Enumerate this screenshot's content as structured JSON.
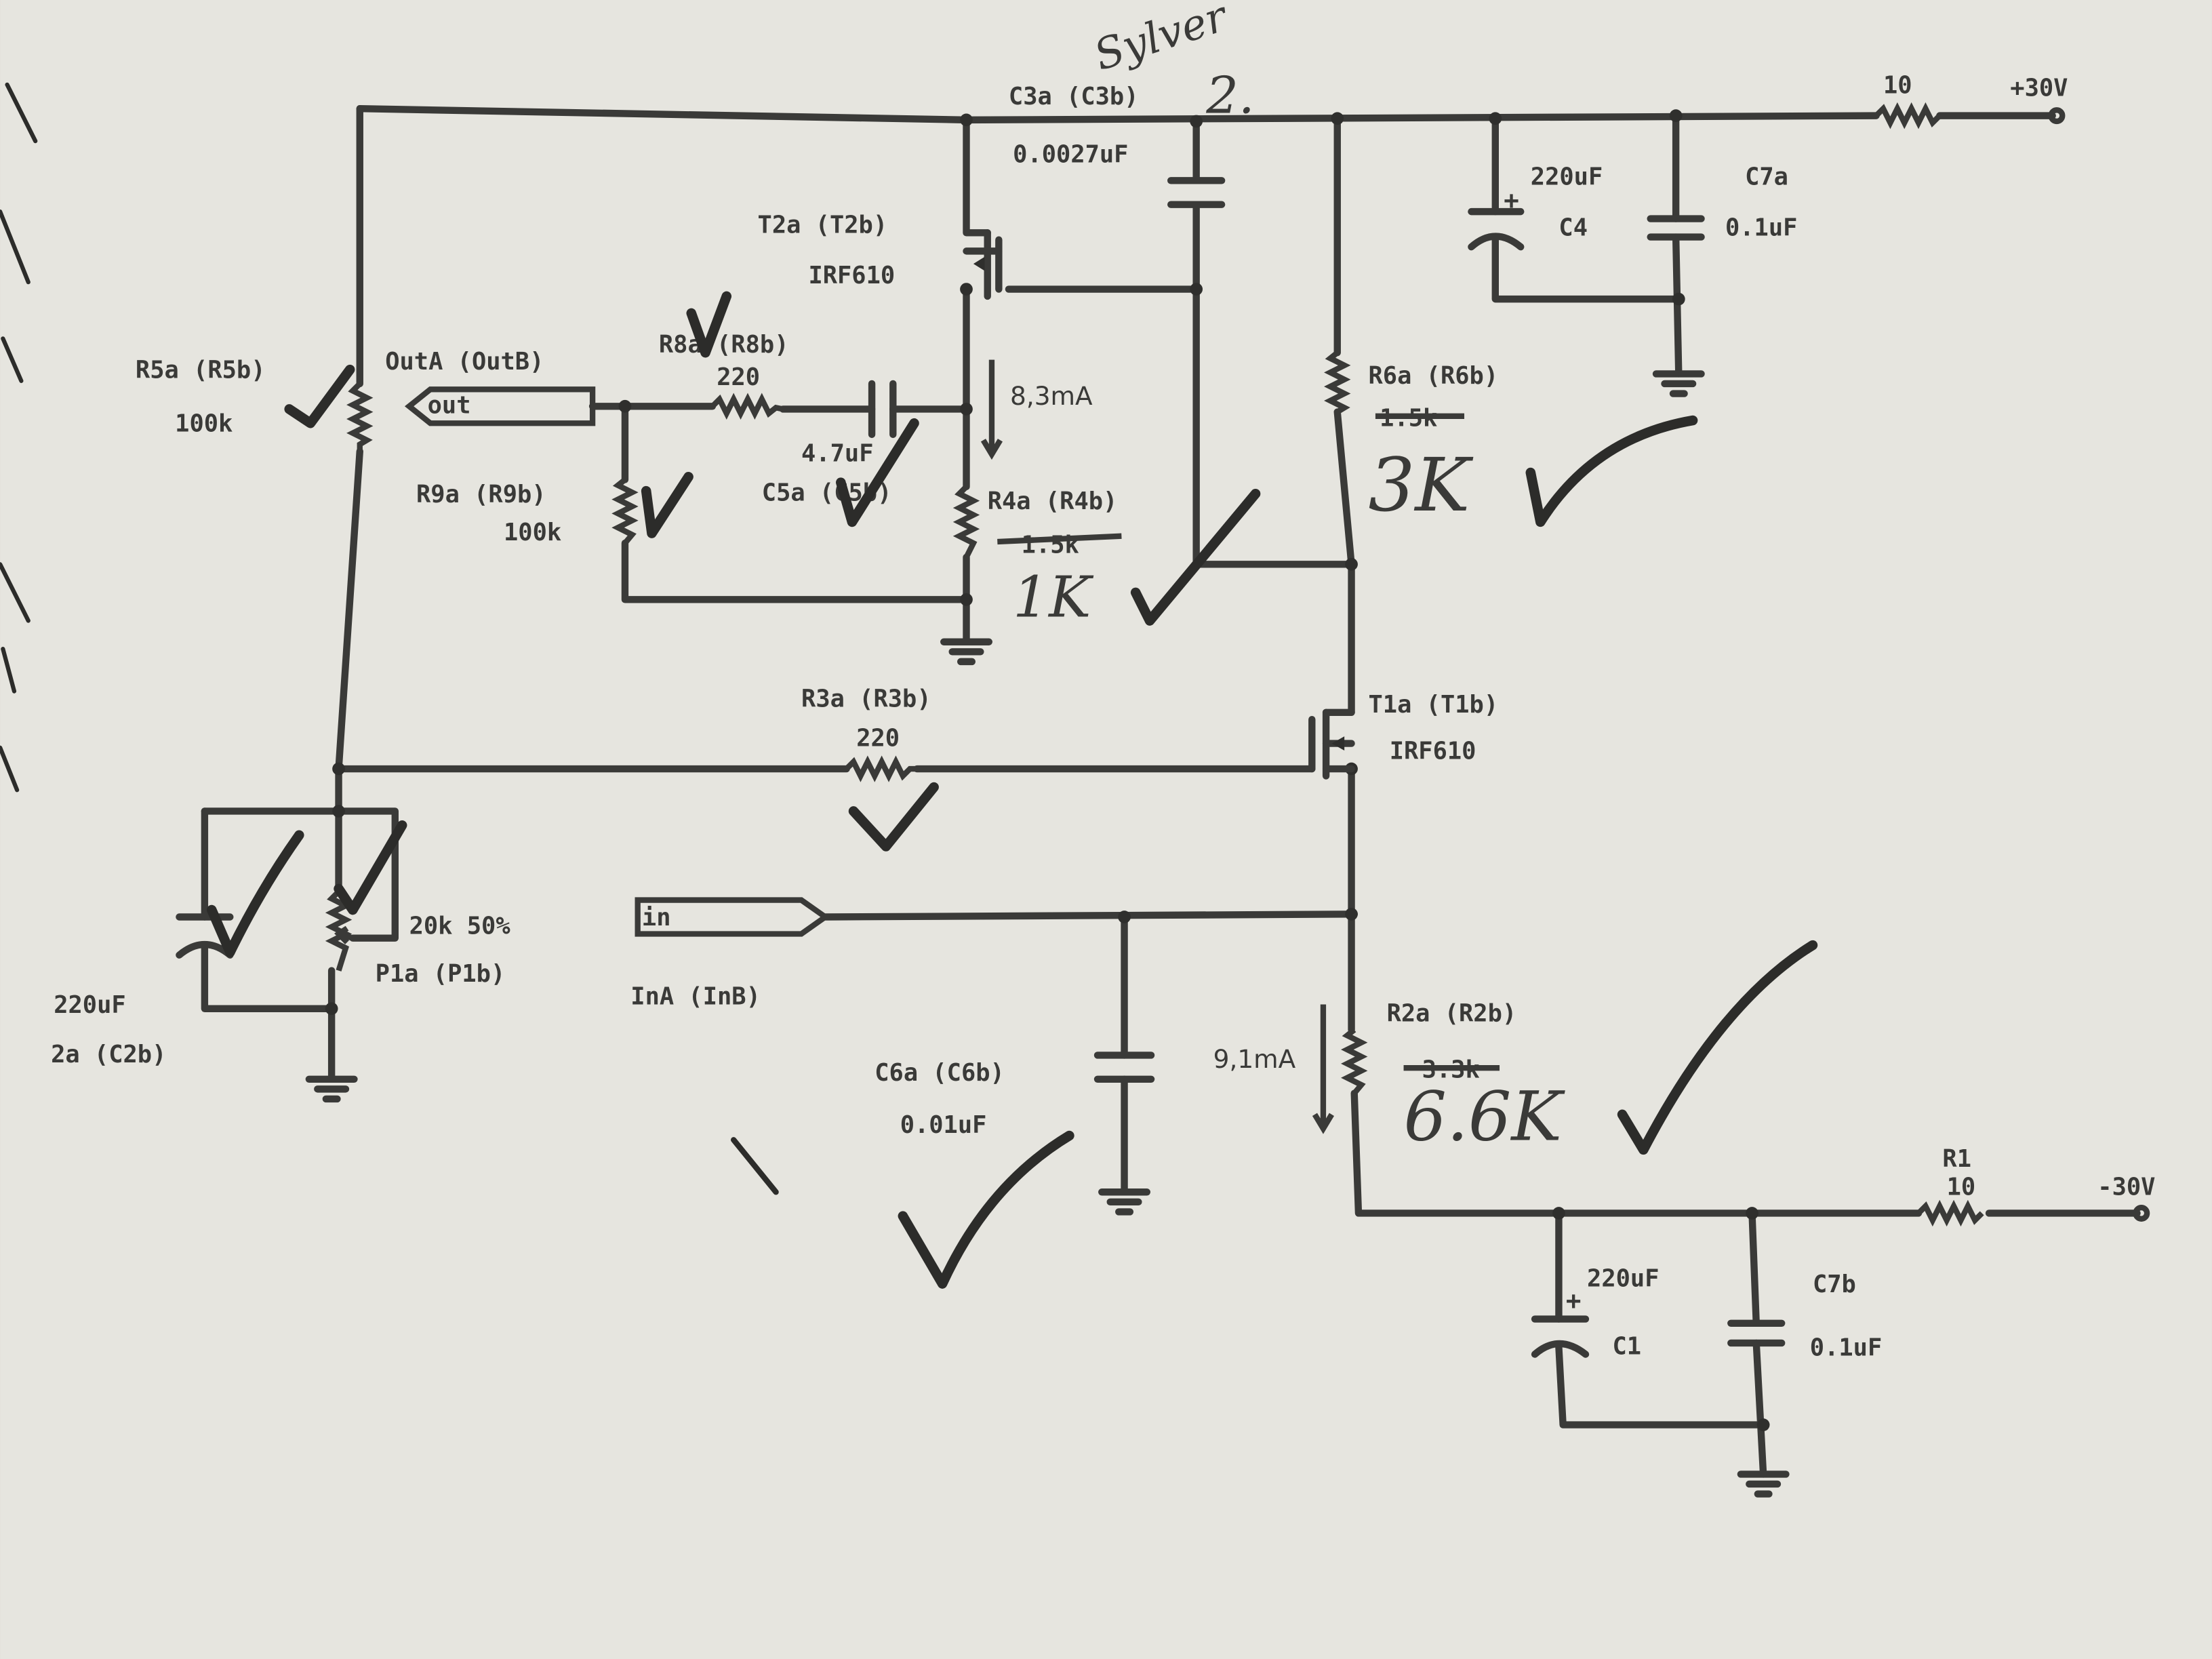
{
  "labels": {
    "c3": "C3a (C3b)",
    "c3_value": "0.0027uF",
    "t2": "T2a (T2b)",
    "t2_part": "IRF610",
    "r8": "R8a (R8b)",
    "r8_value": "220",
    "r5": "R5a (R5b)",
    "r5_value": "100k",
    "out": "OutA (OutB)",
    "out_port": "out",
    "r9": "R9a (R9b)",
    "r9_value": "100k",
    "c5_value": "4.7uF",
    "c5": "C5a (C5b)",
    "current_top": "8,3mA",
    "r4": "R4a (R4b)",
    "r4_value_old": "1.5k",
    "r6": "R6a (R6b)",
    "r6_value_old": "1.5k",
    "c4_value": "220uF",
    "c4": "C4",
    "c7a": "C7a",
    "c7a_value": "0.1uF",
    "r_top_value": "10",
    "supply_pos": "+30V",
    "r3": "R3a (R3b)",
    "r3_value": "220",
    "t1": "T1a (T1b)",
    "t1_part": "IRF610",
    "p1_value": "20k 50%",
    "p1": "P1a (P1b)",
    "c2_value": "220uF",
    "c2": "2a (C2b)",
    "in_port": "in",
    "in_label": "InA (InB)",
    "c6": "C6a (C6b)",
    "c6_value": "0.01uF",
    "current_bottom": "9,1mA",
    "r2": "R2a (R2b)",
    "r2_value_old": "3.3k",
    "r1": "R1",
    "r1_value": "10",
    "supply_neg": "-30V",
    "c1_value": "220uF",
    "c1": "C1",
    "c7b": "C7b",
    "c7b_value": "0.1uF"
  },
  "handwriting": {
    "top_note": "Sylver",
    "top_number": "2.",
    "r6_new": "3K",
    "r4_new": "1K",
    "r2_new": "6.6K"
  }
}
